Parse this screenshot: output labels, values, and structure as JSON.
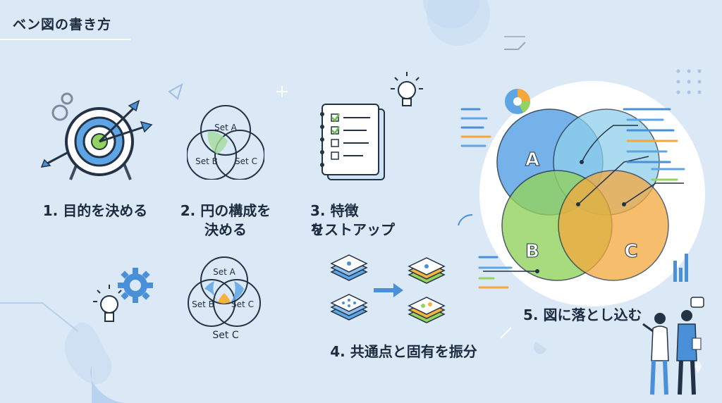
{
  "title": "ベン図の書き方",
  "steps": {
    "s1": "1. 目的を決める",
    "s2_line1": "2. 円の構成を",
    "s2_line2": "決める",
    "s3_line1": "3. 特徴を",
    "s3_line2": "リストアップ",
    "s4": "4. 共通点と固有を振分",
    "s5": "5. 図に落とし込む"
  },
  "venn_small_1": {
    "a": "Set A",
    "b": "Set B",
    "c": "Set C"
  },
  "venn_small_2": {
    "a": "Set A",
    "b": "Set B",
    "c": "Set C",
    "below": "Set C"
  },
  "venn_big": {
    "a": "A",
    "b": "B",
    "c": "C"
  },
  "colors": {
    "background": "#dbe8f6",
    "circle_a": "#5ea5e6",
    "circle_b": "#93d35e",
    "circle_c": "#f4a83c",
    "accent_blue": "#4a90d9"
  }
}
